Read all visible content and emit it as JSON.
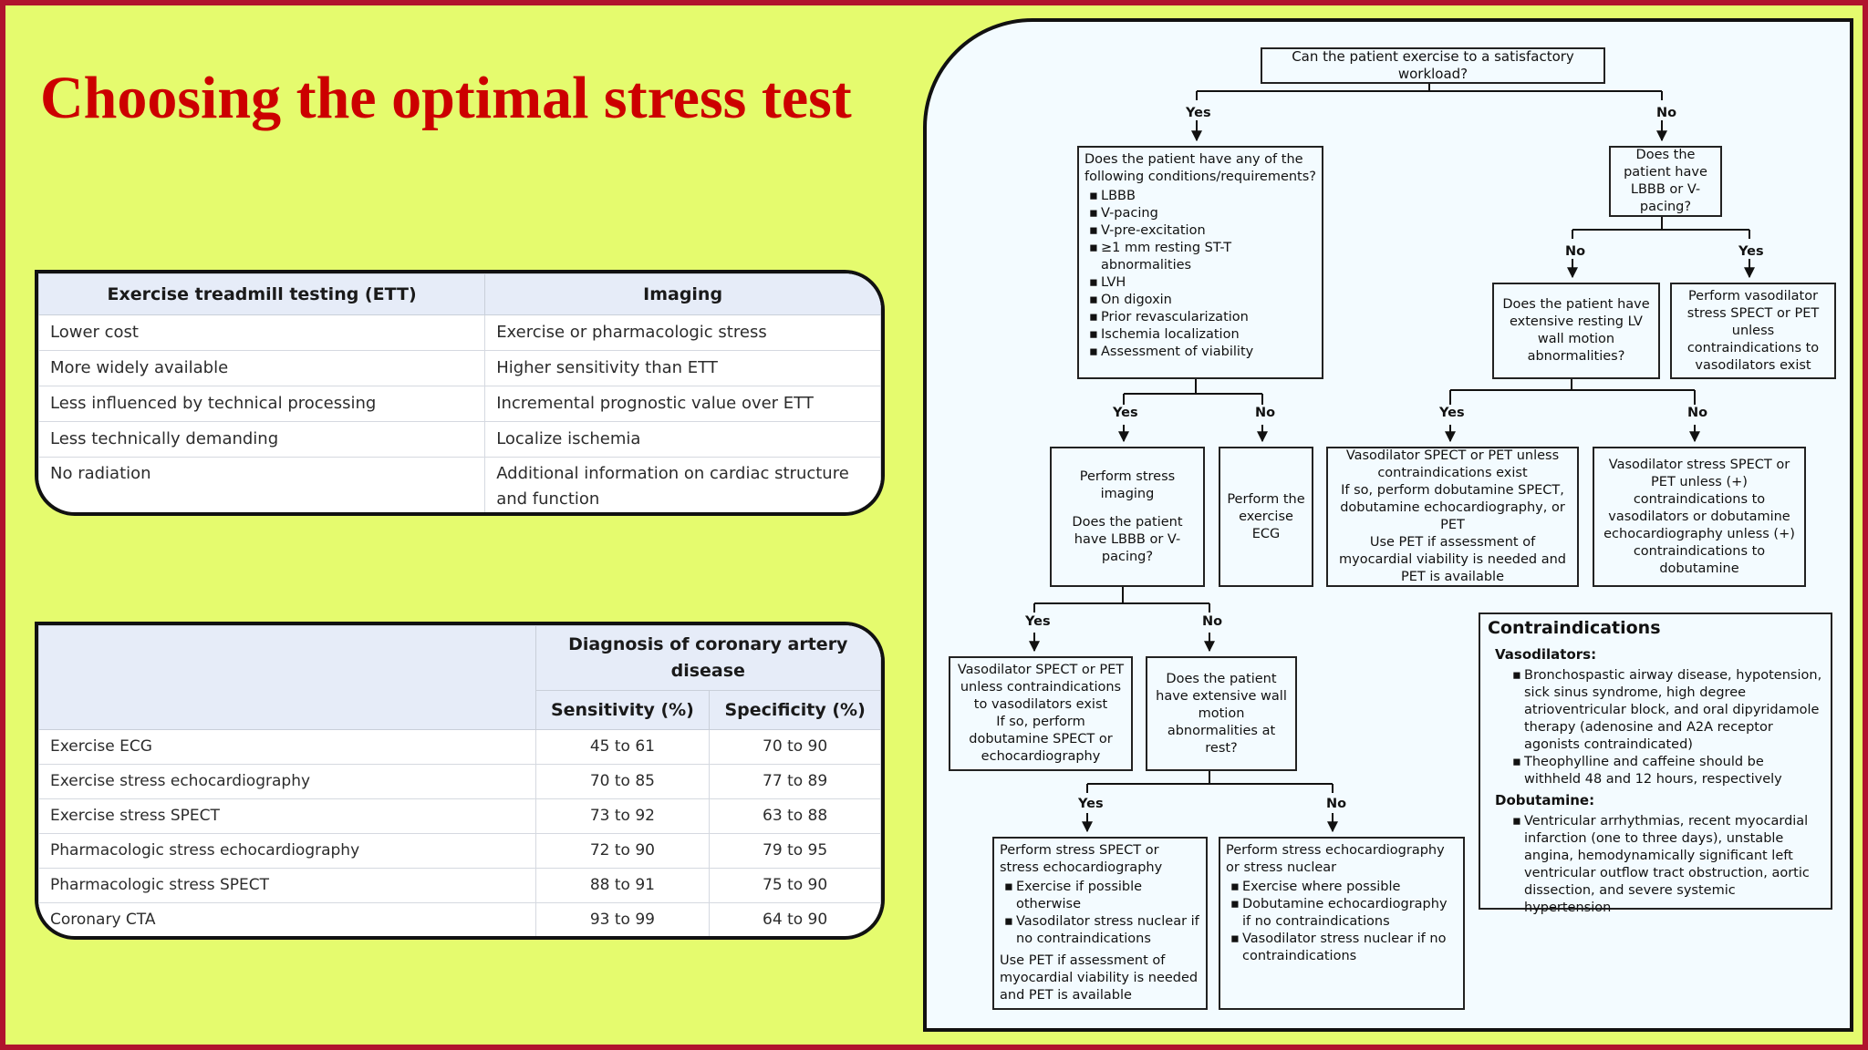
{
  "title": "Choosing the optimal stress test",
  "ett_table": {
    "headers": [
      "Exercise treadmill testing (ETT)",
      "Imaging"
    ],
    "rows": [
      [
        "Lower cost",
        "Exercise or pharmacologic stress"
      ],
      [
        "More widely available",
        "Higher sensitivity than ETT"
      ],
      [
        "Less influenced by technical processing",
        "Incremental prognostic value over ETT"
      ],
      [
        "Less technically demanding",
        "Localize ischemia"
      ],
      [
        "No radiation",
        "Additional information on cardiac structure and function"
      ]
    ]
  },
  "diag_table": {
    "group_header": "Diagnosis of coronary artery disease",
    "sub_headers": [
      "Sensitivity (%)",
      "Specificity (%)"
    ],
    "rows": [
      [
        "Exercise ECG",
        "45 to 61",
        "70 to 90"
      ],
      [
        "Exercise stress echocardiography",
        "70 to 85",
        "77 to 89"
      ],
      [
        "Exercise stress SPECT",
        "73 to 92",
        "63 to 88"
      ],
      [
        "Pharmacologic stress echocardiography",
        "72 to 90",
        "79 to 95"
      ],
      [
        "Pharmacologic stress SPECT",
        "88 to 91",
        "75 to 90"
      ],
      [
        "Coronary CTA",
        "93 to 99",
        "64 to 90"
      ]
    ]
  },
  "flow": {
    "start": "Can the patient exercise to a satisfactory workload?",
    "yes": "Yes",
    "no": "No",
    "conditions": {
      "question": "Does the patient have any of the following conditions/requirements?",
      "items": [
        "LBBB",
        "V-pacing",
        "V-pre-excitation",
        "≥1 mm resting ST-T abnormalities",
        "LVH",
        "On digoxin",
        "Prior revascularization",
        "Ischemia localization",
        "Assessment of viability"
      ]
    },
    "lbbb_q": "Does the patient have LBBB or V-pacing?",
    "lv_wall_q": "Does the patient have extensive resting LV wall motion abnormalities?",
    "vaso_unless": "Perform vasodilator stress SPECT or PET unless contraindications to vasodilators exist",
    "stress_imaging": "Perform stress imaging",
    "stress_imaging_q": "Does the patient have LBBB or V-pacing?",
    "exercise_ecg": "Perform the exercise ECG",
    "vaso_pet_1": "Vasodilator SPECT or PET unless contraindications exist",
    "vaso_pet_2": "If so, perform dobutamine SPECT, dobutamine echocardiography, or PET",
    "vaso_pet_3": "Use PET if assessment of myocardial viability is needed and PET is available",
    "vaso_echo": "Vasodilator stress SPECT or PET unless (+) contraindications to vasodilators or dobutamine echocardiography unless (+) contraindications to dobutamine",
    "vaso_spect_1": "Vasodilator SPECT or PET unless contraindications to vasodilators exist",
    "vaso_spect_2": "If so, perform dobutamine SPECT or echocardiography",
    "wall_rest_q": "Does the patient have extensive wall motion abnormalities at rest?",
    "spect_box": {
      "head": "Perform stress SPECT or stress echocardiography",
      "items": [
        "Exercise if possible otherwise",
        "Vasodilator stress nuclear if no contraindications"
      ],
      "foot": "Use PET if assessment of myocardial viability is needed and PET is available"
    },
    "echo_box": {
      "head": "Perform stress echocardiography or stress nuclear",
      "items": [
        "Exercise where possible",
        "Dobutamine echocardiography if no contraindications",
        "Vasodilator stress nuclear if no contraindications"
      ]
    },
    "contra": {
      "title": "Contraindications",
      "vaso_label": "Vasodilators:",
      "vaso_items": [
        "Bronchospastic airway disease, hypotension, sick sinus syndrome, high degree atrioventricular block, and oral dipyridamole therapy (adenosine and A2A receptor agonists contraindicated)",
        "Theophylline and caffeine should be withheld 48 and 12 hours, respectively"
      ],
      "dobu_label": "Dobutamine:",
      "dobu_items": [
        "Ventricular arrhythmias, recent myocardial infarction (one to three days), unstable angina, hemodynamically significant left ventricular outflow tract obstruction, aortic dissection, and severe systemic hypertension"
      ]
    }
  }
}
